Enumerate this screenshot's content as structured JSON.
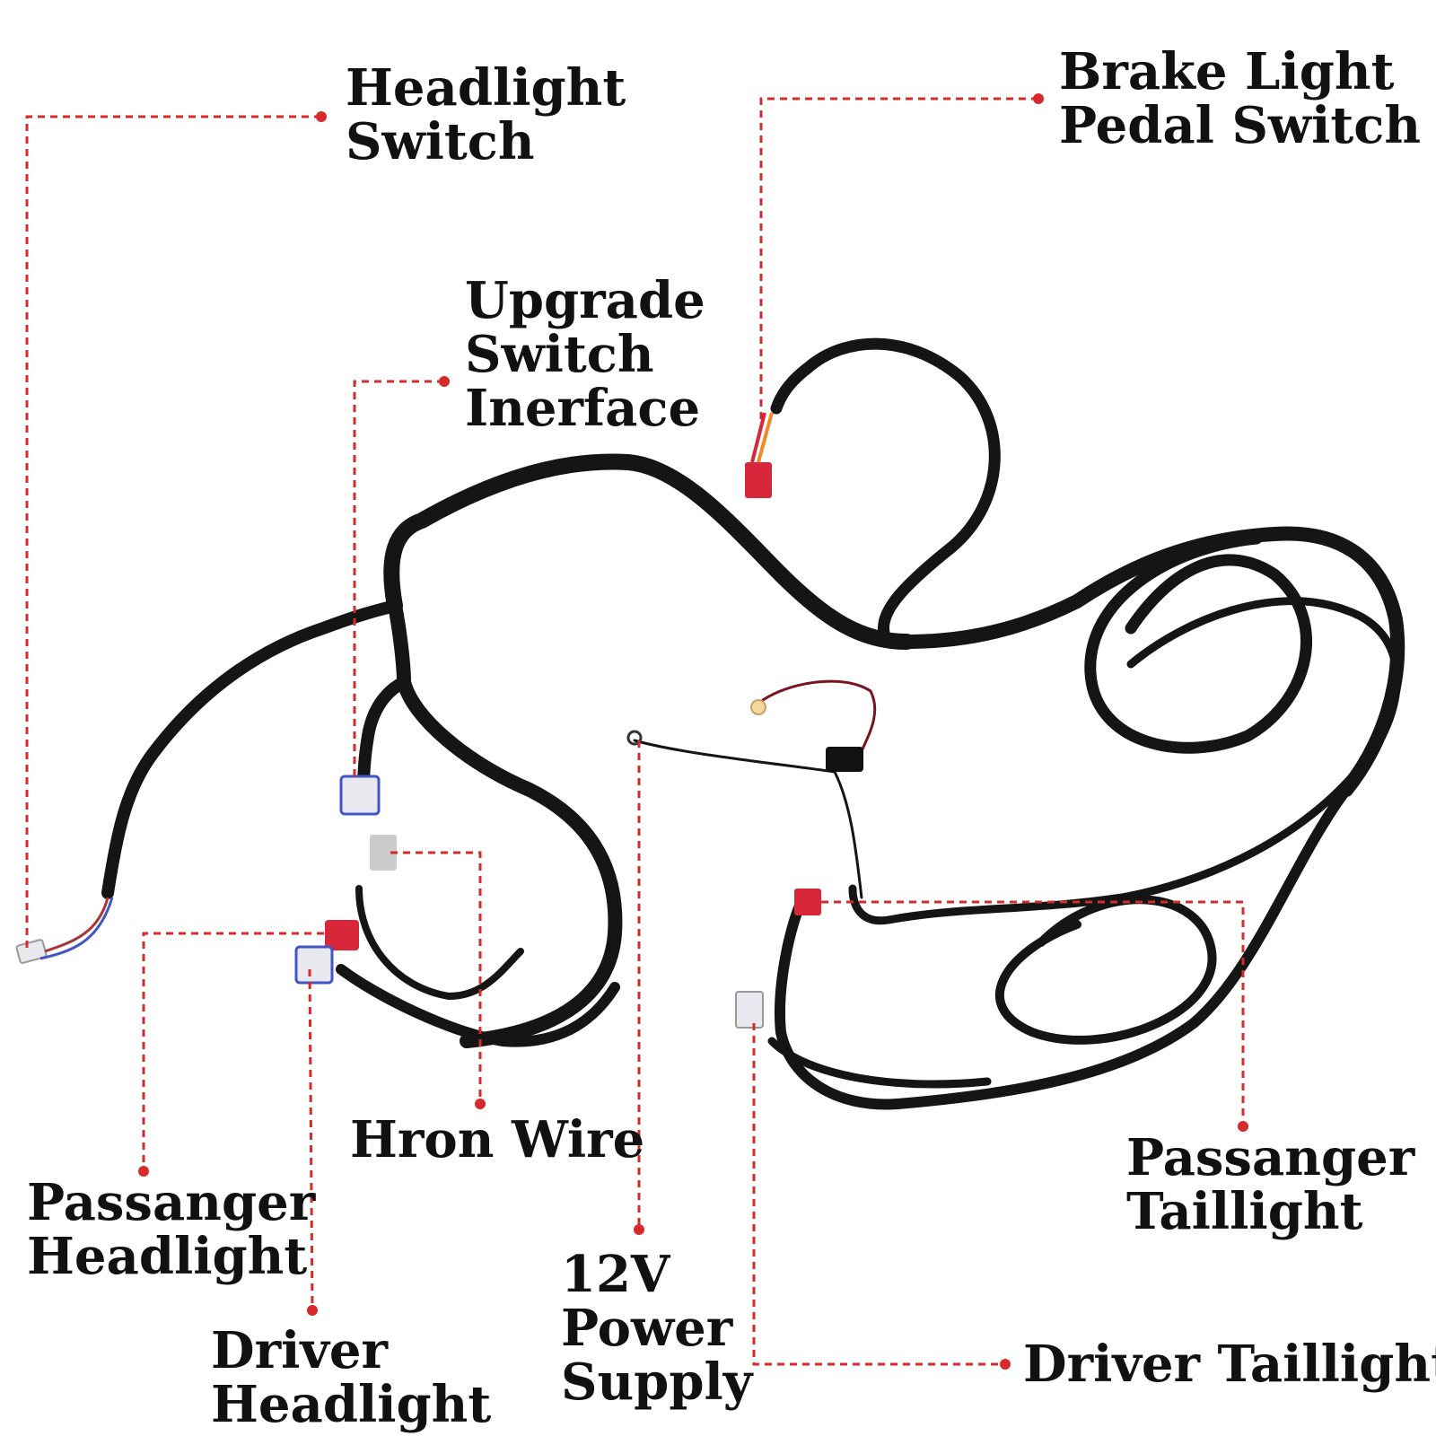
{
  "labels": {
    "headlight_switch": [
      "Headlight",
      "Switch"
    ],
    "brake_light_pedal_switch": [
      "Brake Light",
      "Pedal Switch"
    ],
    "upgrade_switch_interface": [
      "Upgrade",
      "Switch",
      "Inerface"
    ],
    "hron_wire": [
      "Hron Wire"
    ],
    "passanger_headlight": [
      "Passanger",
      "Headlight"
    ],
    "driver_headlight": [
      "Driver",
      "Headlight"
    ],
    "power_supply": [
      "12V",
      "Power",
      "Supply"
    ],
    "passanger_taillight": [
      "Passanger",
      "Taillight"
    ],
    "driver_taillight": [
      "Driver Taillight"
    ]
  },
  "colors": {
    "leader_line": "#d62b2b",
    "harness": "#151515",
    "label_text": "#111111",
    "connector_red": "#d8263a",
    "connector_white": "#e8e8ee",
    "wire_blue": "#4055c8",
    "wire_orange": "#f08a20"
  }
}
